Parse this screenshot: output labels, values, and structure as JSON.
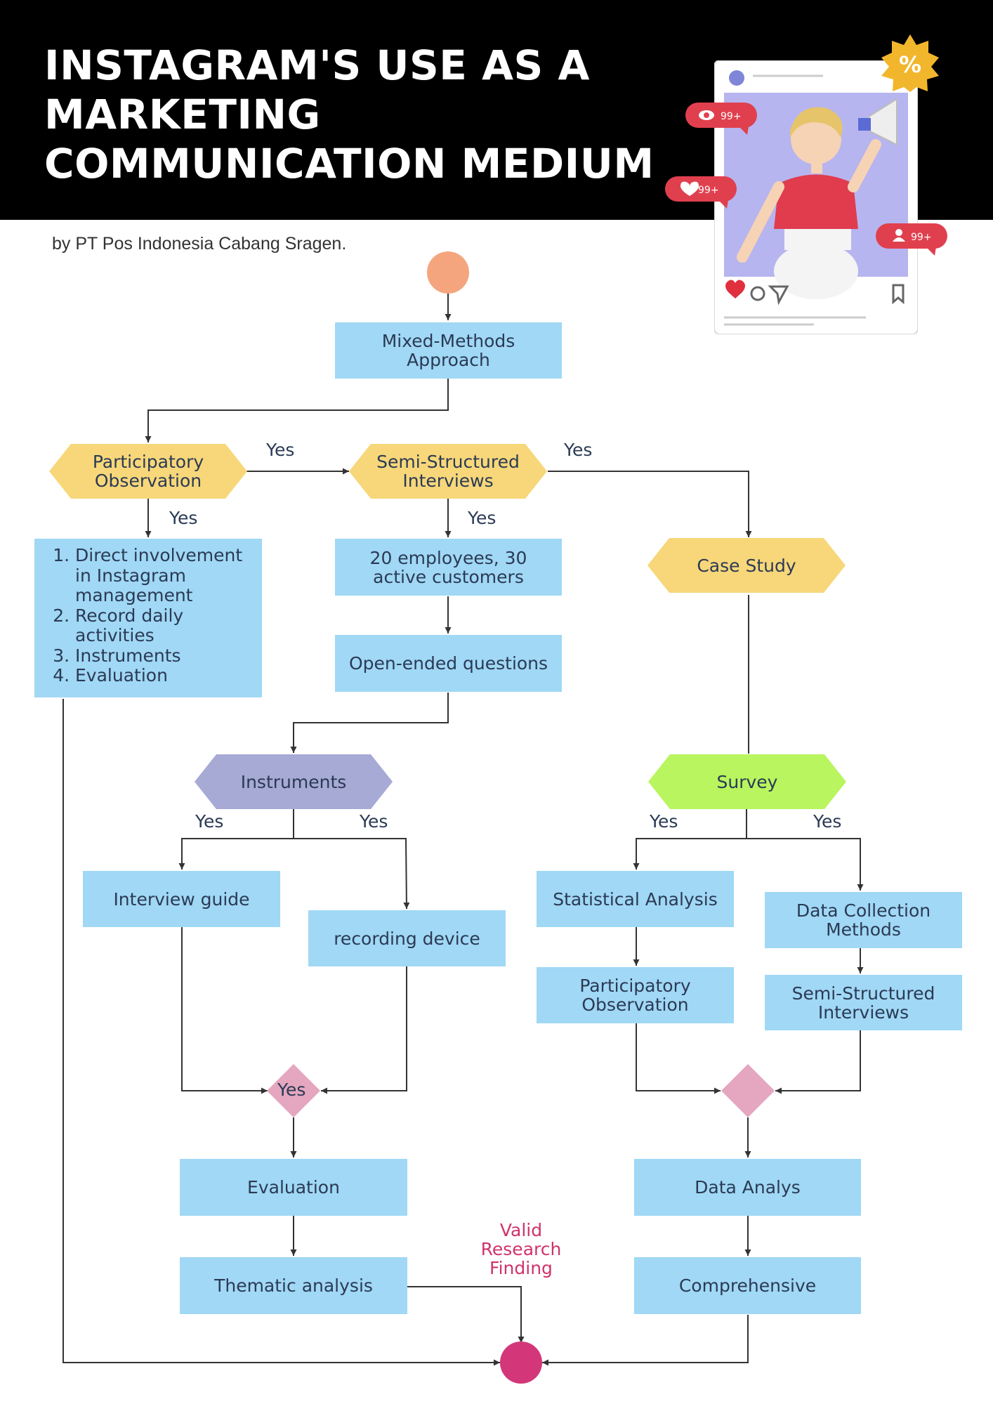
{
  "header": {
    "title_line1": "INSTAGRAM'S USE AS A",
    "title_line2": "MARKETING",
    "title_line3": "COMMUNICATION MEDIUM",
    "subtitle": "by PT Pos Indonesia Cabang Sragen."
  },
  "flow": {
    "mixed": "Mixed-Methods Approach",
    "participatory": "Participatory Observation",
    "semi": "Semi-Structured Interviews",
    "case": "Case Study",
    "list_items": [
      "Direct involvement in Instagram management",
      "Record daily activities",
      "Instruments",
      "Evaluation"
    ],
    "employees": "20 employees, 30 active customers",
    "open": "Open-ended questions",
    "instruments": "Instruments",
    "survey": "Survey",
    "guide": "Interview guide",
    "recording": "recording device",
    "stat": "Statistical Analysis",
    "part2": "Participatory Observation",
    "dcm": "Data Collection Methods",
    "semi2": "Semi-Structured Interviews",
    "eval": "Evaluation",
    "thematic": "Thematic analysis",
    "data_analys": "Data Analys",
    "comprehensive": "Comprehensive",
    "yes": "Yes",
    "valid": "Valid Research Finding"
  },
  "card": {
    "badge": "99+",
    "percent": "%"
  },
  "colors": {
    "header": "#000000",
    "box": "#a0d8f5",
    "decision_yellow": "#f7d779",
    "decision_purple": "#a6aad5",
    "decision_green": "#b8f55e",
    "merge_diamond": "#e5a6bf",
    "start": "#f5a57e",
    "end": "#d3377a",
    "badge": "#e0404e"
  }
}
